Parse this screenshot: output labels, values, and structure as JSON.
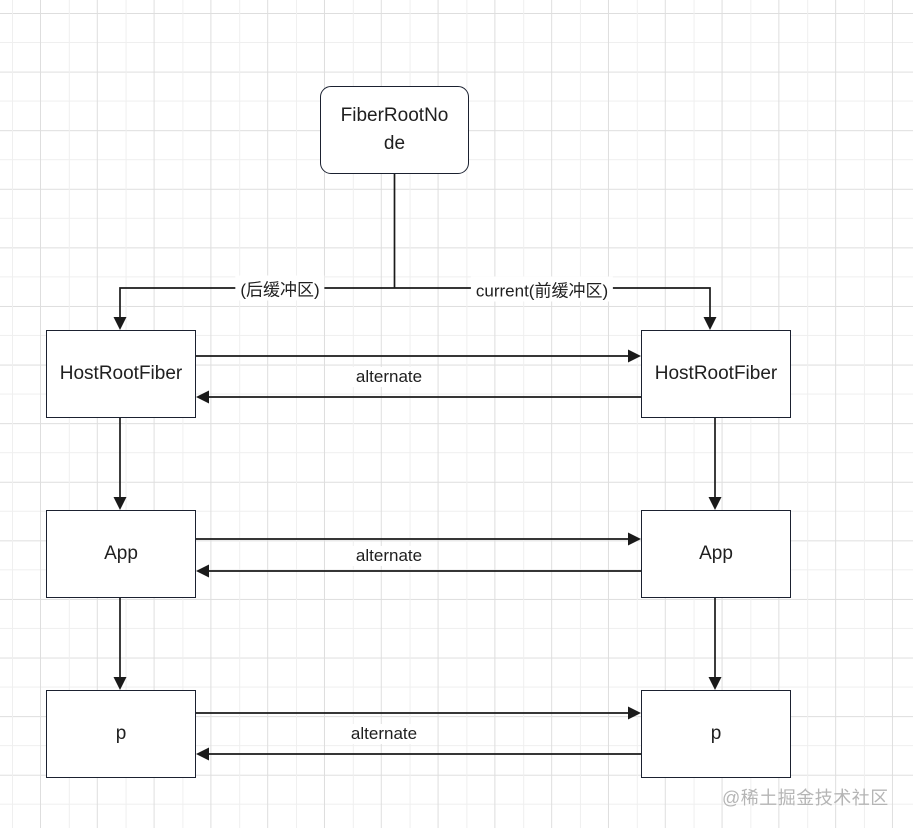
{
  "diagram": {
    "nodes": {
      "fiber_root": "FiberRootNode",
      "left_host_root_fiber": "HostRootFiber",
      "right_host_root_fiber": "HostRootFiber",
      "left_app": "App",
      "right_app": "App",
      "left_p": "p",
      "right_p": "p"
    },
    "edge_labels": {
      "back_buffer": "(后缓冲区)",
      "current_front_buffer": "current(前缓冲区)",
      "alternate_row1": "alternate",
      "alternate_row2": "alternate",
      "alternate_row3": "alternate"
    },
    "watermark": "@稀土掘金技术社区",
    "colors": {
      "line": "#1a1a1a",
      "node_border": "#1b2130",
      "node_fill": "#ffffff",
      "canvas_background": "#ffffff",
      "grid_minor": "#efefef",
      "grid_major": "#dedede",
      "text": "#202020",
      "watermark": "#b5b5b5"
    }
  }
}
